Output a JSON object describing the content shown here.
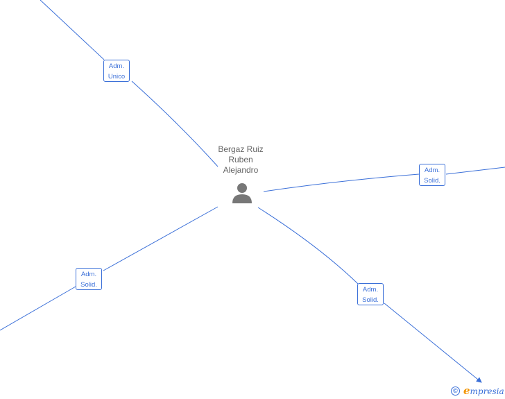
{
  "person": {
    "name_lines": [
      "Bergaz Ruiz",
      "Ruben",
      "Alejandro"
    ],
    "icon": "person-icon"
  },
  "roles": [
    {
      "label": [
        "Adm.",
        "Unico"
      ]
    },
    {
      "label": [
        "Adm.",
        "Solid."
      ]
    },
    {
      "label": [
        "Adm.",
        "Solid."
      ]
    },
    {
      "label": [
        "Adm.",
        "Solid."
      ]
    }
  ],
  "brand": {
    "copyright_symbol": "©",
    "logo_initial": "e",
    "logo_rest": "mpresia"
  },
  "colors": {
    "link": "#3a6fd8",
    "person": "#777777",
    "brand_accent": "#f29400"
  }
}
